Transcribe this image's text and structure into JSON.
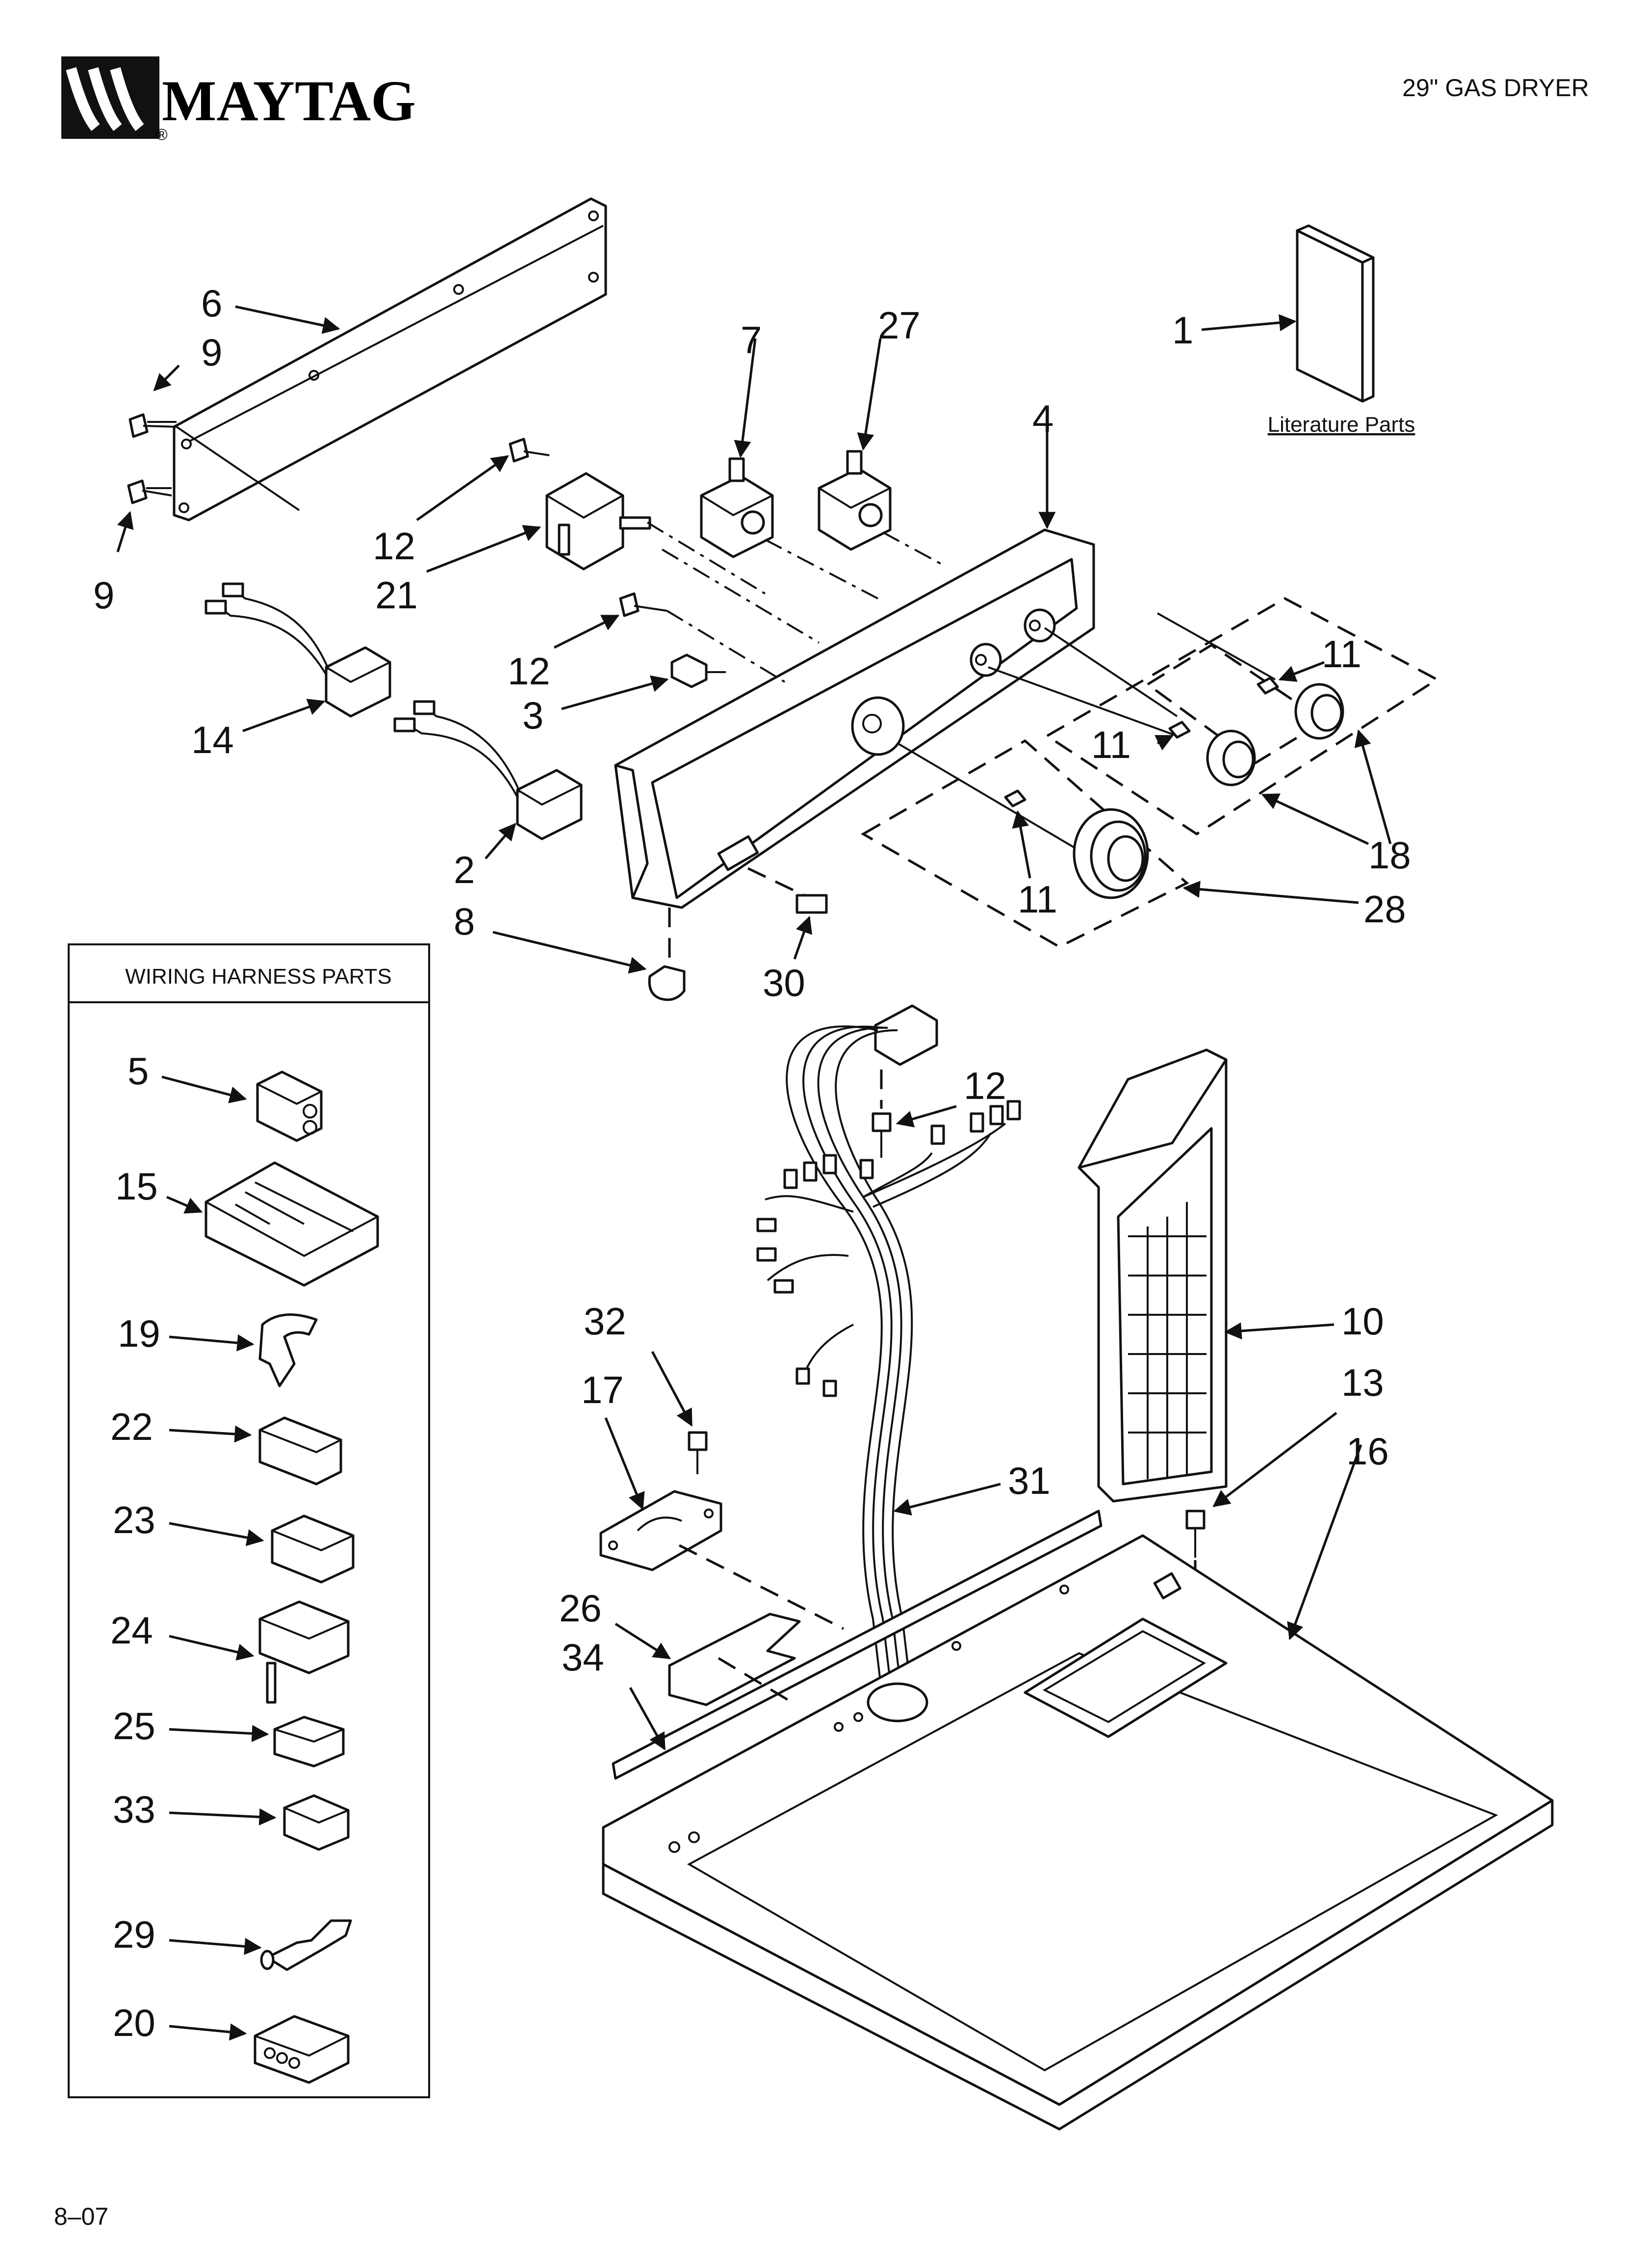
{
  "header": {
    "brand": "MAYTAG",
    "brand_mark": "®",
    "model": "29\" GAS DRYER"
  },
  "footer": {
    "page": "8–07"
  },
  "literature": {
    "label": "Literature Parts"
  },
  "harness_box": {
    "title": "WIRING HARNESS PARTS",
    "items": [
      "5",
      "15",
      "19",
      "22",
      "23",
      "24",
      "25",
      "33",
      "29",
      "20"
    ]
  },
  "callouts": {
    "c1": "1",
    "c2": "2",
    "c3": "3",
    "c4": "4",
    "c6": "6",
    "c7": "7",
    "c8": "8",
    "c9a": "9",
    "c9b": "9",
    "c10": "10",
    "c11a": "11",
    "c11b": "11",
    "c11c": "11",
    "c12a": "12",
    "c12b": "12",
    "c12c": "12",
    "c13": "13",
    "c14": "14",
    "c16": "16",
    "c17": "17",
    "c18": "18",
    "c21": "21",
    "c26": "26",
    "c27": "27",
    "c28": "28",
    "c30": "30",
    "c31": "31",
    "c32": "32",
    "c34": "34"
  },
  "icons": {
    "logo": "maytag-wave-logo",
    "arrowhead": "arrow-icon"
  }
}
